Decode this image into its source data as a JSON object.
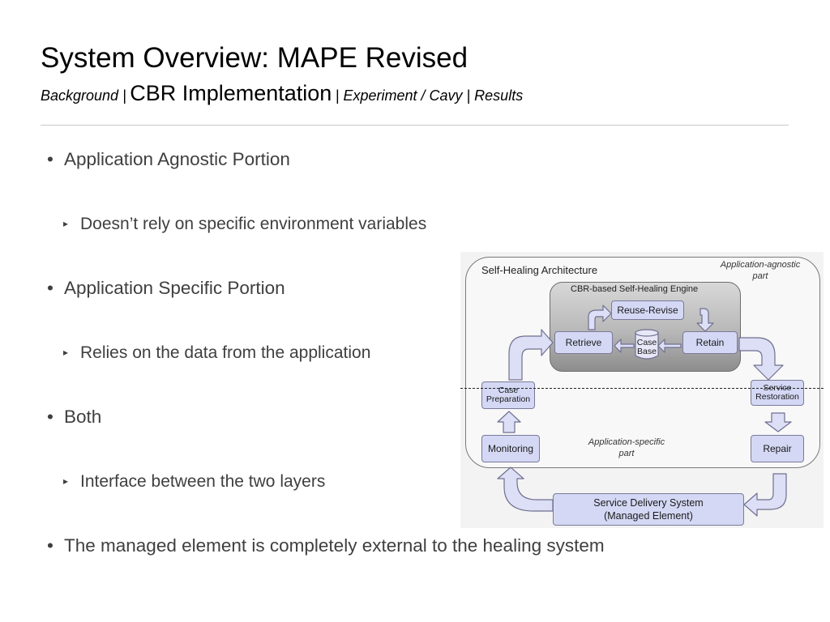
{
  "slide": {
    "title": "System Overview: MAPE Revised",
    "nav": {
      "background": "Background |",
      "current": "CBR Implementation",
      "rest": "| Experiment / Cavy | Results"
    },
    "bullets": [
      {
        "level": 1,
        "text": "Application Agnostic Portion"
      },
      {
        "level": 2,
        "text": "Doesn’t rely on specific environment variables"
      },
      {
        "level": 1,
        "text": "Application Specific Portion"
      },
      {
        "level": 2,
        "text": "Relies on the data from the application"
      },
      {
        "level": 1,
        "text": "Both"
      },
      {
        "level": 2,
        "text": "Interface between the two layers"
      },
      {
        "level": 1,
        "text": "The managed element is completely external to the healing system"
      }
    ]
  },
  "diagram": {
    "title": "Self-Healing Architecture",
    "agnostic_label": "Application-agnostic part",
    "specific_label": "Application-specific part",
    "engine_title": "CBR-based Self-Healing Engine",
    "boxes": {
      "reuse_revise": "Reuse-Revise",
      "retrieve": "Retrieve",
      "case_base": "Case Base",
      "retain": "Retain",
      "case_preparation": "Case Preparation",
      "service_restoration": "Service Restoration",
      "monitoring": "Monitoring",
      "repair": "Repair",
      "service_delivery": "Service Delivery System (Managed Element)"
    },
    "colors": {
      "box_fill": "#d4d8f4",
      "arrow_fill": "#dcdff5"
    }
  }
}
